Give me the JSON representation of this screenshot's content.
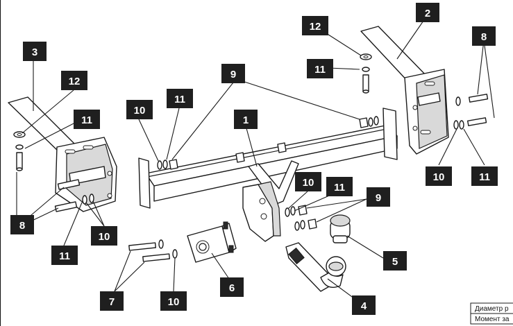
{
  "labels": [
    {
      "text": "1"
    },
    {
      "text": "2"
    },
    {
      "text": "3"
    },
    {
      "text": "4"
    },
    {
      "text": "5"
    },
    {
      "text": "6"
    },
    {
      "text": "7"
    },
    {
      "text": "8"
    },
    {
      "text": "8"
    },
    {
      "text": "9"
    },
    {
      "text": "9"
    },
    {
      "text": "10"
    },
    {
      "text": "10"
    },
    {
      "text": "10"
    },
    {
      "text": "10"
    },
    {
      "text": "10"
    },
    {
      "text": "11"
    },
    {
      "text": "11"
    },
    {
      "text": "11"
    },
    {
      "text": "11"
    },
    {
      "text": "11"
    },
    {
      "text": "11"
    },
    {
      "text": "12"
    },
    {
      "text": "12"
    }
  ],
  "table": {
    "row1": "Диаметр р",
    "row2": "Момент за"
  }
}
